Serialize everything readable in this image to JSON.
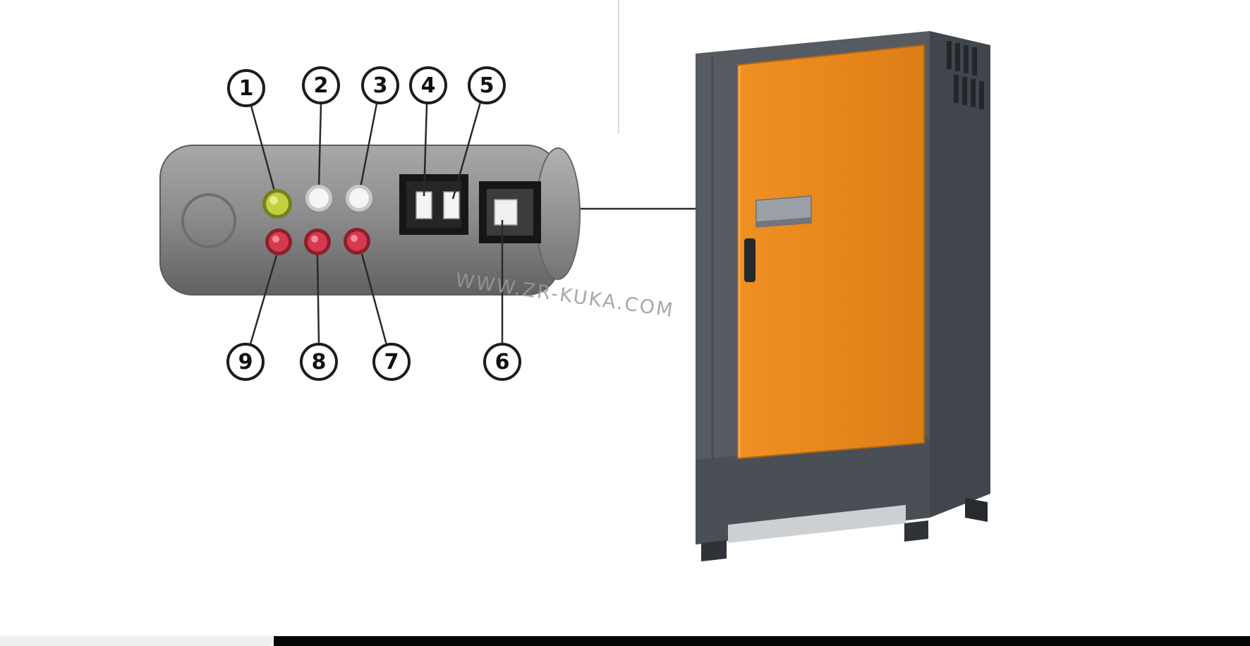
{
  "figure": {
    "watermark": "WWW.ZR-KUKA.COM",
    "callouts": [
      {
        "label": "1",
        "target": "green-button"
      },
      {
        "label": "2",
        "target": "white-button-1"
      },
      {
        "label": "3",
        "target": "white-button-2"
      },
      {
        "label": "4",
        "target": "connector-a-port-1"
      },
      {
        "label": "5",
        "target": "connector-a-port-2"
      },
      {
        "label": "6",
        "target": "connector-b-port"
      },
      {
        "label": "7",
        "target": "red-button-3"
      },
      {
        "label": "8",
        "target": "red-button-2"
      },
      {
        "label": "9",
        "target": "red-button-1"
      }
    ],
    "colors": {
      "panel_gray": "#8d8d8d",
      "cabinet_gray": "#565b61",
      "cabinet_side_gray": "#41464c",
      "door_orange": "#e8851c",
      "green_button": "#b9c93b",
      "red_button": "#c53247",
      "white_button": "#f2f2f2",
      "connector_black": "#161616"
    }
  }
}
